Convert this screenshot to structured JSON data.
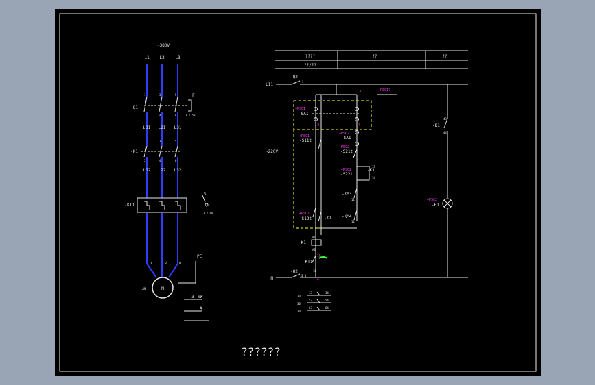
{
  "colors": {
    "background": "#99a4b4",
    "sheet": "#000000",
    "line": "#ffffff",
    "power": "#2f3cff",
    "mark": "#ff3cff",
    "dash": "#ffff3c",
    "green": "#3cff3c"
  },
  "title_block": {
    "h1": "????",
    "h2": "??",
    "h3": "??",
    "r1": "??/??"
  },
  "power_circuit": {
    "supply": "~380V",
    "phases": [
      "L1",
      "L2",
      "L3"
    ],
    "q1": "-Q1",
    "k1": "-K1",
    "kt1": "-KT1",
    "motor": "-M",
    "motor_symbol": "M",
    "mid1": [
      "L11",
      "L21",
      "L31"
    ],
    "mid2": [
      "L12",
      "L22",
      "L32"
    ],
    "terms": [
      "U",
      "V",
      "W"
    ],
    "pe": "PE",
    "power_val": "3",
    "power_unit": "kW",
    "current_unit": "A",
    "f_tag": "F",
    "f_sub": "3 / 50",
    "s_tag": "S",
    "s_sub": "3 / 60",
    "pins_q": [
      "1",
      "3",
      "5",
      "2",
      "4",
      "6"
    ],
    "pins_k": [
      "1",
      "3",
      "5",
      "2",
      "4",
      "6"
    ]
  },
  "control_circuit": {
    "l11": "L11",
    "n": "N",
    "q2_top": "-Q2",
    "q2_bot": "-Q2",
    "voltage": "~220V",
    "psc1_label": "PSC1?",
    "psc1": "+PSC1",
    "psc2": "+PSC2",
    "sa1": "-SA1",
    "s11t": "-S11t",
    "s12t": "-S12t",
    "s21t": "-S21t",
    "s22t": "-S22t",
    "k1_coil": "-K1",
    "kt1": "-KT1",
    "k1_contact": "-K1",
    "km3": "-KM3",
    "km4": "-KM4",
    "k1_right": "-K1",
    "h1": "-H1",
    "n1": "1",
    "n2": "2",
    "n3": "3",
    "n4": "4",
    "n13": "13",
    "n14": "14",
    "n43": "43",
    "n44": "44",
    "a1": "A1",
    "a2": "A2",
    "n15": "15",
    "n16": "16",
    "n11": "11",
    "n12": "12",
    "legend_rows": [
      [
        "30",
        "13",
        "14"
      ],
      [
        "30",
        "53",
        "54"
      ],
      [
        "30",
        "63",
        "64"
      ]
    ]
  },
  "drawing_title": "??????"
}
